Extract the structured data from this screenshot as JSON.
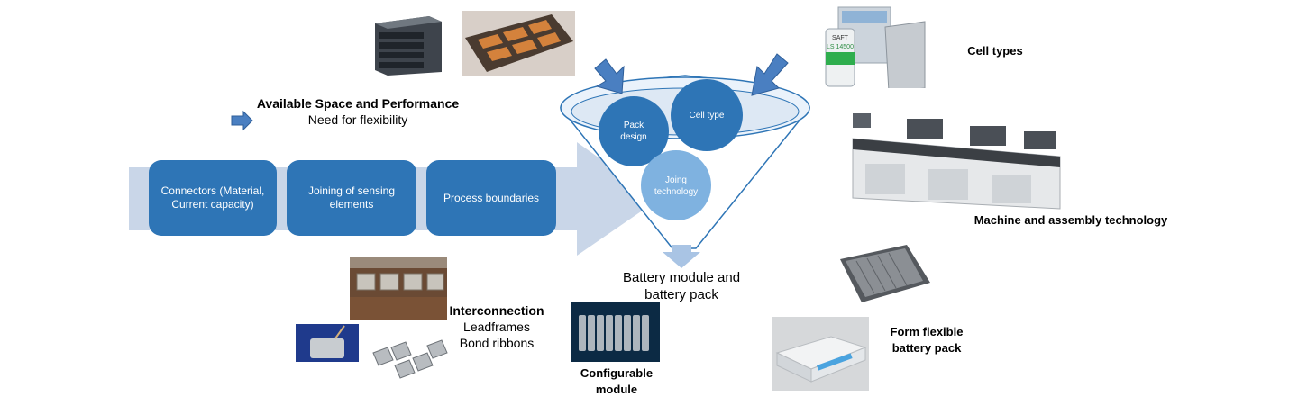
{
  "space": {
    "title": "Available Space and Performance",
    "subtitle": "Need for flexibility"
  },
  "process": {
    "boxes": [
      {
        "label": "Connectors (Material, Current capacity)"
      },
      {
        "label": "Joining of sensing elements"
      },
      {
        "label": "Process boundaries"
      }
    ]
  },
  "funnel": {
    "circles": [
      {
        "label": "Pack design"
      },
      {
        "label": "Cell type"
      },
      {
        "label": "Joing technology"
      }
    ],
    "output_label": "Battery module and battery pack"
  },
  "interconnection": {
    "title": "Interconnection",
    "items": [
      "Leadframes",
      "Bond ribbons"
    ]
  },
  "configurable": {
    "label": "Configurable module"
  },
  "right": {
    "cell_types": "Cell types",
    "machine": "Machine and assembly technology",
    "form_flexible": "Form flexible battery pack"
  },
  "photo_text": {
    "cell_can_brand": "SAFT",
    "cell_can_model": "LS 14500"
  },
  "colors": {
    "box_fill": "#2e75b6",
    "circle_dark": "#2e75b6",
    "circle_light": "#5b9bd5",
    "band": "#c9d6e8",
    "funnel_stroke": "#2e75b6"
  }
}
